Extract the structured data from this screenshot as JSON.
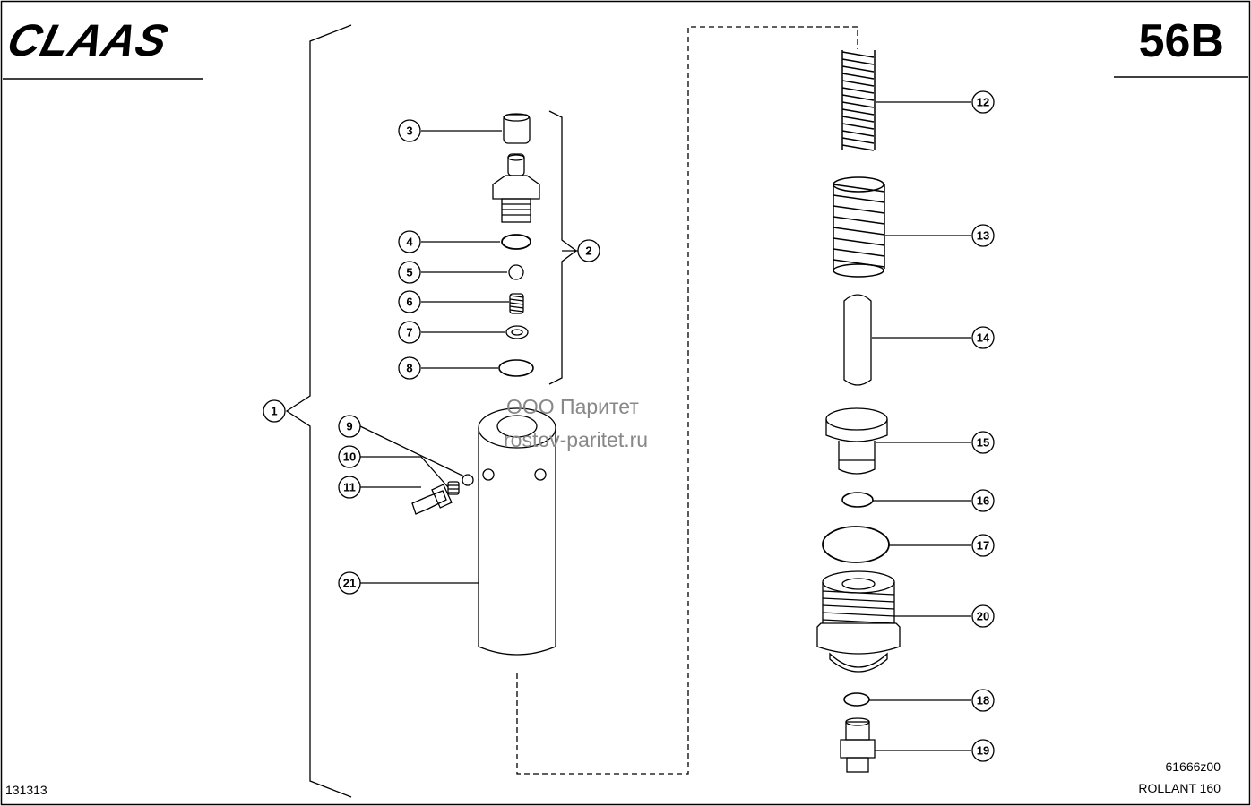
{
  "header": {
    "brand": "CLAAS",
    "page_code": "56B"
  },
  "footer": {
    "drawing_number": "131313",
    "reference_code": "61666z00",
    "model": "ROLLANT 160"
  },
  "watermark": {
    "company": "ООО Паритет",
    "website": "rostov-paritet.ru"
  },
  "callouts": [
    "1",
    "2",
    "3",
    "4",
    "5",
    "6",
    "7",
    "8",
    "9",
    "10",
    "11",
    "12",
    "13",
    "14",
    "15",
    "16",
    "17",
    "18",
    "19",
    "20",
    "21"
  ]
}
